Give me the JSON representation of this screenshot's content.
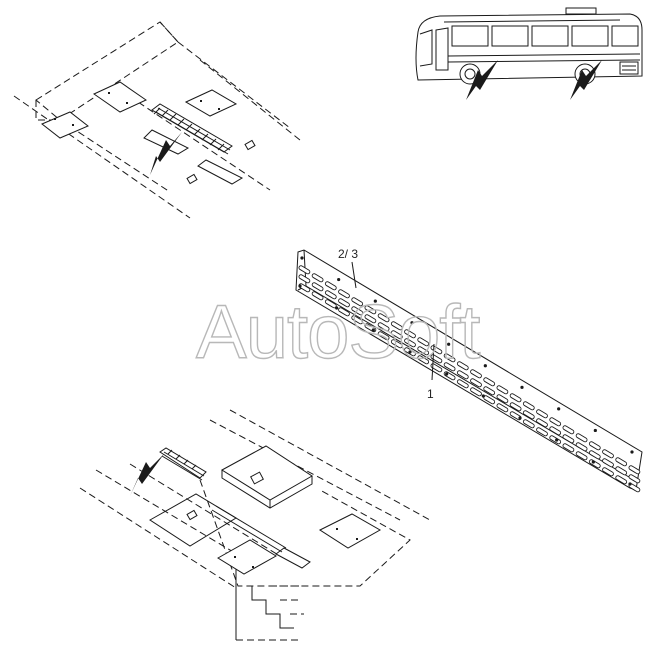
{
  "diagram": {
    "callouts": [
      {
        "id": "part-1",
        "text": "1"
      },
      {
        "id": "part-2-3",
        "text": "2/ 3"
      }
    ],
    "watermark": "AutoSoft"
  }
}
